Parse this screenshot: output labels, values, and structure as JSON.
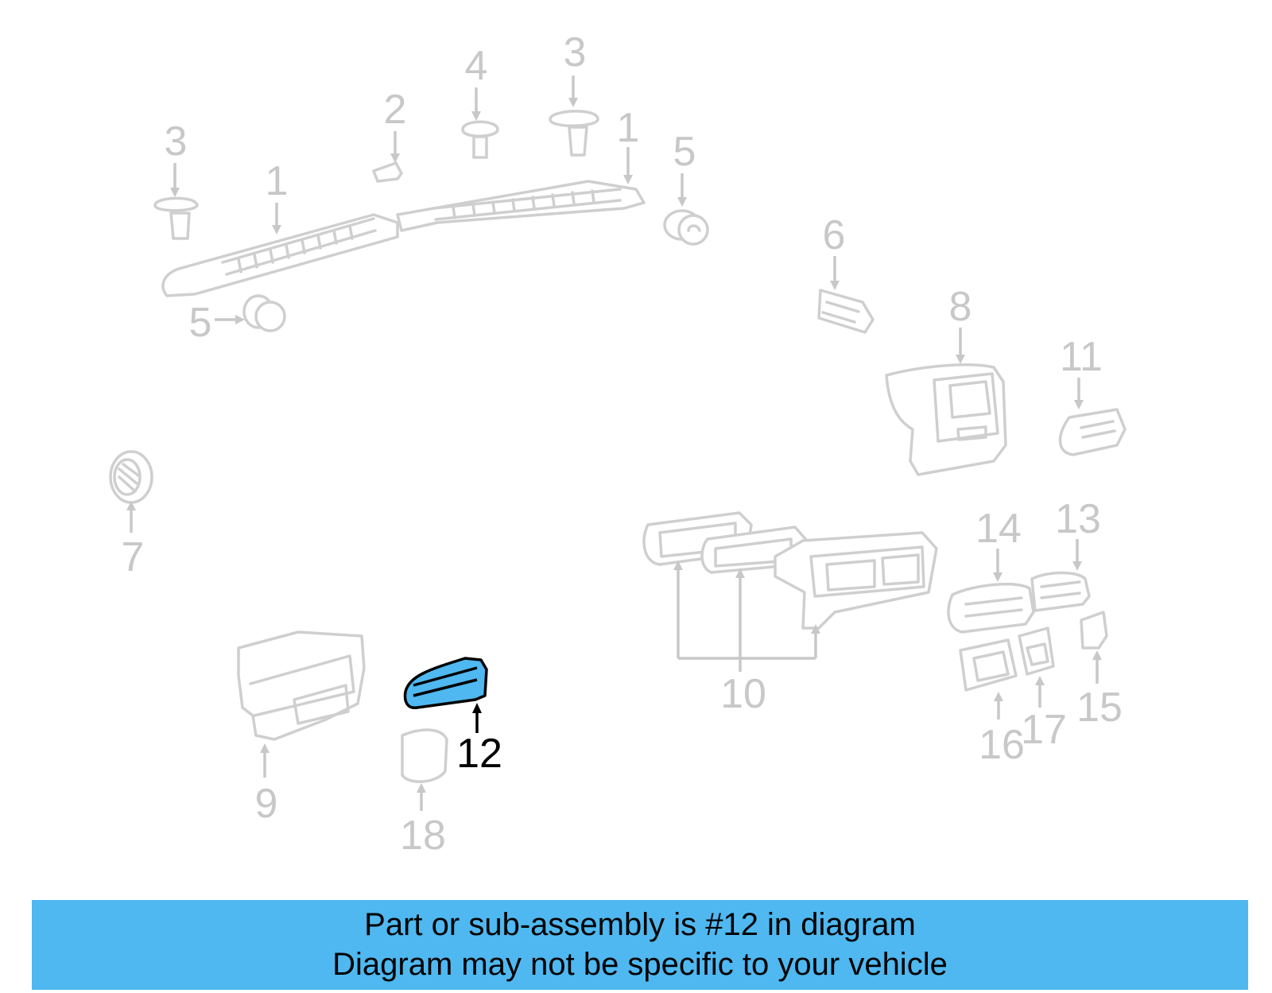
{
  "caption": {
    "line1": "Part or sub-assembly is #12 in diagram",
    "line2": "Diagram may not be specific to your vehicle"
  },
  "highlight_color": "#4fb8f0",
  "highlighted_part": "12",
  "callouts": {
    "c1": "1",
    "c2": "1",
    "c3": "2",
    "c4": "3",
    "c5": "3",
    "c6": "4",
    "c7": "5",
    "c8": "5",
    "c9": "6",
    "c10": "7",
    "c11": "8",
    "c12": "9",
    "c13": "10",
    "c14": "11",
    "c15": "12",
    "c16": "13",
    "c17": "14",
    "c18": "15",
    "c19": "16",
    "c20": "17",
    "c21": "18"
  }
}
